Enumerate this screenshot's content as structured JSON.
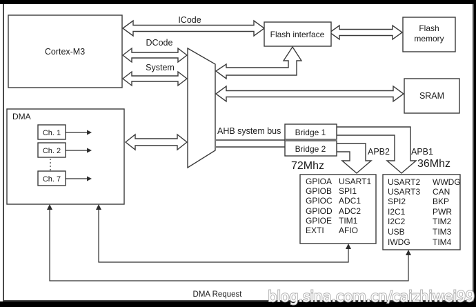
{
  "blocks": {
    "cortex_m3": "Cortex-M3",
    "flash_interface": "Flash interface",
    "flash_memory": {
      "line1": "Flash",
      "line2": "memory"
    },
    "sram": "SRAM",
    "dma": {
      "label": "DMA",
      "channels": [
        "Ch. 1",
        "Ch. 2",
        "Ch. 7"
      ]
    },
    "bridge1": "Bridge 1",
    "bridge2": "Bridge 2"
  },
  "buses": {
    "icode": "ICode",
    "dcode": "DCode",
    "system": "System",
    "ahb": "AHB system bus",
    "apb2": "APB2",
    "apb1": "APB1",
    "apb2_freq": "72Mhz",
    "apb1_freq": "36Mhz",
    "dma_request": "DMA Request"
  },
  "apb2_peripherals": {
    "col1": [
      "GPIOA",
      "GPIOB",
      "GPIOC",
      "GPIOD",
      "GPIOE",
      "EXTI"
    ],
    "col2": [
      "USART1",
      "SPI1",
      "ADC1",
      "ADC2",
      "TIM1",
      "AFIO"
    ]
  },
  "apb1_peripherals": {
    "col1": [
      "USART2",
      "USART3",
      "SPI2",
      "I2C1",
      "I2C2",
      "USB",
      "IWDG"
    ],
    "col2": [
      "WWDG",
      "CAN",
      "BKP",
      "PWR",
      "TIM2",
      "TIM3",
      "TIM4"
    ]
  },
  "frame": {
    "watermark": "blog.sina.com.cn/caizhiwei99"
  },
  "colors": {
    "line": "#3a3a3a",
    "frame_border": "#4a4a4a",
    "bar": "#000000",
    "background": "#ffffff",
    "watermark_fill": "#ffffff",
    "watermark_outline": "#b3b3b3"
  }
}
